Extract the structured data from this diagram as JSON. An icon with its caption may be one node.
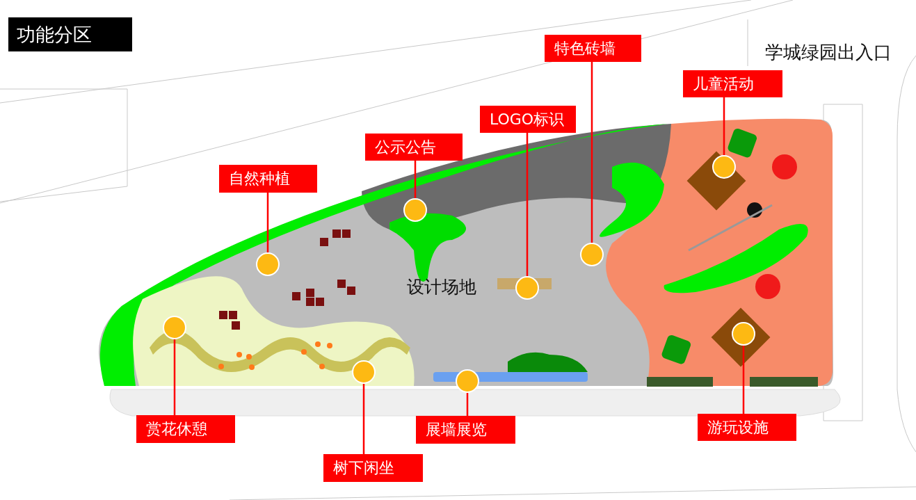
{
  "diagram": {
    "title": "功能分区",
    "nodes": [
      {
        "text": [
          "特色砖墙"
        ]
      },
      {
        "text": [
          "儿童活动"
        ]
      },
      {
        "text": [
          "LOGO标识"
        ]
      },
      {
        "text": [
          "公示公告"
        ]
      },
      {
        "text": [
          "自然种植"
        ]
      },
      {
        "text": [
          "赏花休憩"
        ]
      },
      {
        "text": [
          "展墙展览"
        ]
      },
      {
        "text": [
          "游玩设施"
        ]
      },
      {
        "text": [
          "树下闲坐"
        ]
      },
      {
        "text": [],
        "shape": "circle"
      },
      {
        "text": [],
        "shape": "circle"
      },
      {
        "text": [],
        "shape": "circle"
      },
      {
        "text": [],
        "shape": "circle"
      },
      {
        "text": [],
        "shape": "circle"
      },
      {
        "text": [],
        "shape": "circle"
      },
      {
        "text": [],
        "shape": "circle"
      },
      {
        "text": [],
        "shape": "circle"
      },
      {
        "text": [],
        "shape": "circle"
      }
    ],
    "edges": [
      {
        "from": 0,
        "to": 9,
        "arrow": "none"
      },
      {
        "from": 1,
        "to": 10,
        "arrow": "none"
      },
      {
        "from": 2,
        "to": 11,
        "arrow": "none"
      },
      {
        "from": 3,
        "to": 12,
        "arrow": "none"
      },
      {
        "from": 4,
        "to": 13,
        "arrow": "none"
      },
      {
        "from": 5,
        "to": 14,
        "arrow": "none"
      },
      {
        "from": 6,
        "to": 15,
        "arrow": "none"
      },
      {
        "from": 7,
        "to": 16,
        "arrow": "none"
      },
      {
        "from": 8,
        "to": 17,
        "arrow": "none"
      }
    ],
    "labels": [
      "学城绿园出入口",
      "设计场地"
    ]
  }
}
